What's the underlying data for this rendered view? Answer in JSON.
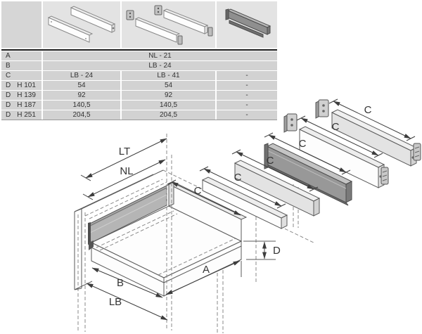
{
  "table": {
    "header_images": [
      {
        "icon": "drawer-side-panels-pair-image"
      },
      {
        "icon": "drawer-side-panels-with-connectors-image"
      },
      {
        "icon": "steel-rear-panel-image"
      }
    ],
    "rows": [
      {
        "label": "A",
        "sublabel": "",
        "merged": "NL - 21"
      },
      {
        "label": "B",
        "sublabel": "",
        "merged": "LB - 24"
      },
      {
        "label": "C",
        "sublabel": "",
        "values": [
          "LB - 24",
          "LB - 41",
          "-"
        ]
      },
      {
        "label": "D",
        "sublabel": "H 101",
        "values": [
          "54",
          "54",
          "-"
        ]
      },
      {
        "label": "D",
        "sublabel": "H 139",
        "values": [
          "92",
          "92",
          "-"
        ]
      },
      {
        "label": "D",
        "sublabel": "H 187",
        "values": [
          "140,5",
          "140,5",
          "-"
        ]
      },
      {
        "label": "D",
        "sublabel": "H 251",
        "values": [
          "204,5",
          "204,5",
          "-"
        ]
      }
    ]
  },
  "diagram": {
    "labels": {
      "lt": "LT",
      "nl": "NL",
      "c": "C",
      "a": "A",
      "b": "B",
      "lb": "LB",
      "d": "D"
    }
  },
  "colors": {
    "table_cell": "#d2d2d2",
    "table_header_cell": "#e3e3e3",
    "header_rule": "#1c1c1c",
    "drawing_line": "#5a5a5a",
    "side_panel_gray": "#b5b5b5",
    "steel_panel_gray": "#989898"
  }
}
